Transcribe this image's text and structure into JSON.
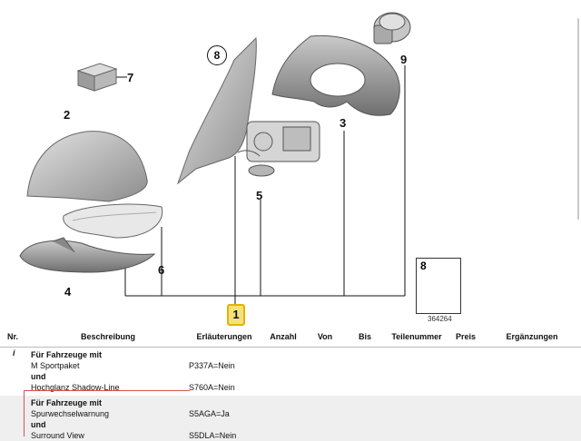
{
  "diagram": {
    "callouts": [
      "1",
      "2",
      "3",
      "4",
      "5",
      "6",
      "7",
      "8",
      "9"
    ],
    "inset_number": "8",
    "figure_number": "364264"
  },
  "table": {
    "headers": [
      "Nr.",
      "Beschreibung",
      "Erläuterungen",
      "Anzahl",
      "Von",
      "Bis",
      "Teilenummer",
      "Preis",
      "Ergänzungen"
    ],
    "rows": [
      {
        "nr": "i",
        "lines": [
          {
            "desc": "Für Fahrzeuge mit",
            "bold": true,
            "expl": ""
          },
          {
            "desc": "M Sportpaket",
            "bold": false,
            "expl": "P337A=Nein"
          },
          {
            "desc": "und",
            "bold": true,
            "expl": ""
          },
          {
            "desc": "Hochglanz Shadow-Line",
            "bold": false,
            "expl": "S760A=Nein"
          }
        ]
      },
      {
        "nr": "",
        "lines": [
          {
            "desc": "Für Fahrzeuge mit",
            "bold": true,
            "expl": ""
          },
          {
            "desc": "Spurwechselwarnung",
            "bold": false,
            "expl": "S5AGA=Ja"
          },
          {
            "desc": "und",
            "bold": true,
            "expl": ""
          },
          {
            "desc": "Surround View",
            "bold": false,
            "expl": "S5DLA=Nein"
          }
        ]
      }
    ]
  }
}
